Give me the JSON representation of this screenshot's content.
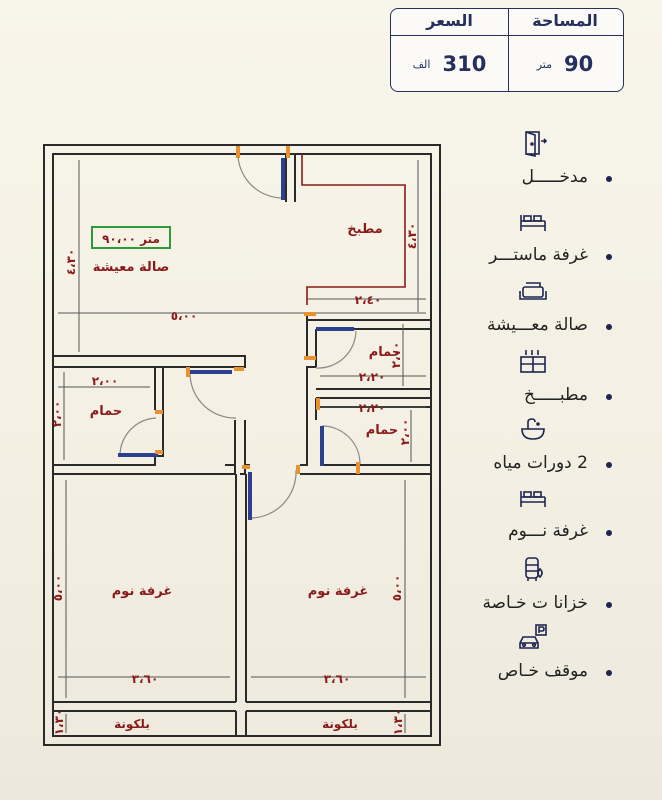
{
  "info": {
    "area_label": "المساحة",
    "area_value": "90",
    "area_unit": "متر",
    "price_label": "السعر",
    "price_value": "310",
    "price_unit": "الف"
  },
  "features": [
    {
      "label": "مدخـــــل",
      "icon": "door-icon"
    },
    {
      "label": "غرفة ماستـــر",
      "icon": "bed-icon"
    },
    {
      "label": "صالة معـــيشة",
      "icon": "sofa-icon"
    },
    {
      "label": "مطبـــــخ",
      "icon": "kitchen-icon"
    },
    {
      "label": "2 دورات مياه",
      "icon": "sink-icon"
    },
    {
      "label": "غرفة نـــوم",
      "icon": "bed-icon"
    },
    {
      "label": "خزانا ت خـاصة",
      "icon": "water-tank-icon"
    },
    {
      "label": "موقف خـاص",
      "icon": "parking-icon"
    }
  ],
  "plan": {
    "rooms": {
      "kitchen": "مطبخ",
      "living": "صالة معيشة",
      "living_area": "۹۰،۰۰ متر",
      "bath_right_top": "حمام",
      "bath_right_bottom": "حمام",
      "bath_left": "حمام",
      "bedroom_left": "غرفة نوم",
      "bedroom_right": "غرفة نوم",
      "balcony_left": "بلكونة",
      "balcony_right": "بلكونة"
    },
    "dims": {
      "living_height": "٤،٣٠",
      "kitchen_height": "٤،٣٠",
      "total_width": "٥،٠٠",
      "kitchen_width": "٢،٤٠",
      "bath_rt_height": "٢،٠٠",
      "bath_rt_width": "٢،٢٠",
      "bath_rb_width": "٢،٢٠",
      "bath_rb_height": "٢،٠٠",
      "bath_l_width": "٢،٠٠",
      "bath_l_height": "٢،٠٠",
      "bed_l_height": "٥،٠٠",
      "bed_l_width": "٣،٦٠",
      "bed_r_height": "٥،٠٠",
      "bed_r_width": "٣،٦٠",
      "balc_l_height": "١،٣٠",
      "balc_r_height": "١،٣٠"
    }
  },
  "colors": {
    "navy": "#26305e",
    "label_red": "#8b1a1a",
    "wall": "#2a2a2a",
    "door_blue": "#2d3f8f",
    "door_orange": "#e8912e",
    "area_box_green": "#2e9a3a"
  }
}
